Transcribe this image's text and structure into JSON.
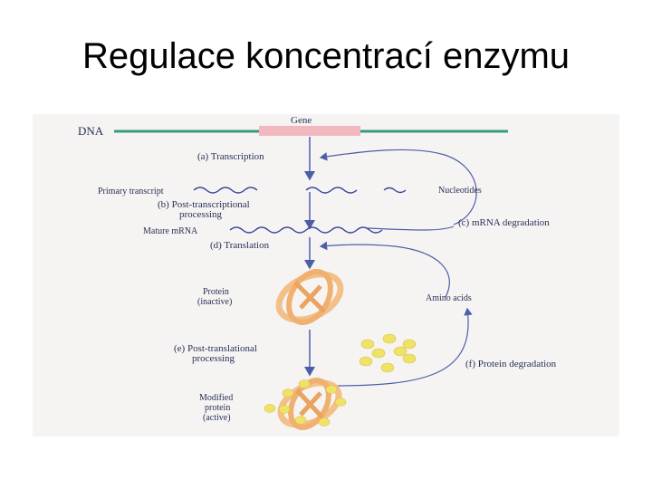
{
  "slide": {
    "title": "Regulace koncentrací enzymu"
  },
  "diagram": {
    "dna": "DNA",
    "gene": "Gene",
    "transcription": "(a) Transcription",
    "primary_transcript": "Primary transcript",
    "nucleotides": "Nucleotides",
    "post_transcriptional_1": "(b) Post-transcriptional",
    "post_transcriptional_2": "processing",
    "mrna_degradation": "(c) mRNA degradation",
    "mature_mrna": "Mature mRNA",
    "translation": "(d) Translation",
    "protein_1": "Protein",
    "protein_2": "(inactive)",
    "amino_acids": "Amino acids",
    "post_translational_1": "(e) Post-translational",
    "post_translational_2": "processing",
    "protein_degradation": "(f) Protein degradation",
    "modified_1": "Modified",
    "modified_2": "protein",
    "modified_3": "(active)"
  },
  "colors": {
    "dna_line": "#3a9a7e",
    "gene_box": "#f1b8bf",
    "arrow": "#4d5ea8",
    "wave": "#3547a0",
    "protein_body": "#f3c08a",
    "amino_acid": "#f0e266"
  }
}
